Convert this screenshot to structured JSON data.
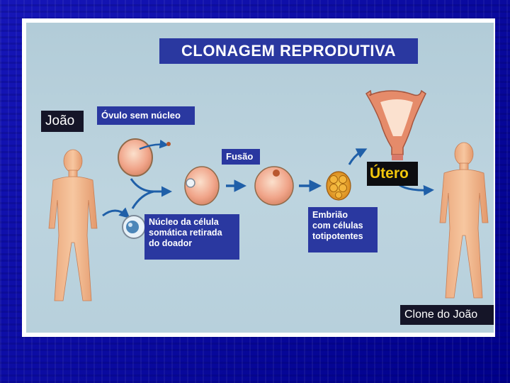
{
  "title": "CLONAGEM  REPRODUTIVA",
  "labels": {
    "joao": "João",
    "ovulo": "Óvulo sem núcleo",
    "fusao": "Fusão",
    "nucleo": "Núcleo da célula\nsomática retirada\ndo doador",
    "embriao": "Embrião\ncom células\ntotipotentes",
    "utero": "Útero",
    "clone": "Clone do  João"
  },
  "colors": {
    "slide_background": "#0a0aa0",
    "diagram_background": "#b8d0dc",
    "label_blue": "#2a38a0",
    "label_dark": "#151528",
    "utero_text": "#f2c60c",
    "skin": "#f2b88a",
    "arrow": "#1f5fa8"
  },
  "icons": [
    "human-figure-icon",
    "egg-cell-icon",
    "nucleus-cell-icon",
    "fusion-cell-icon",
    "embryo-icon",
    "uterus-icon",
    "arrow-icon"
  ]
}
